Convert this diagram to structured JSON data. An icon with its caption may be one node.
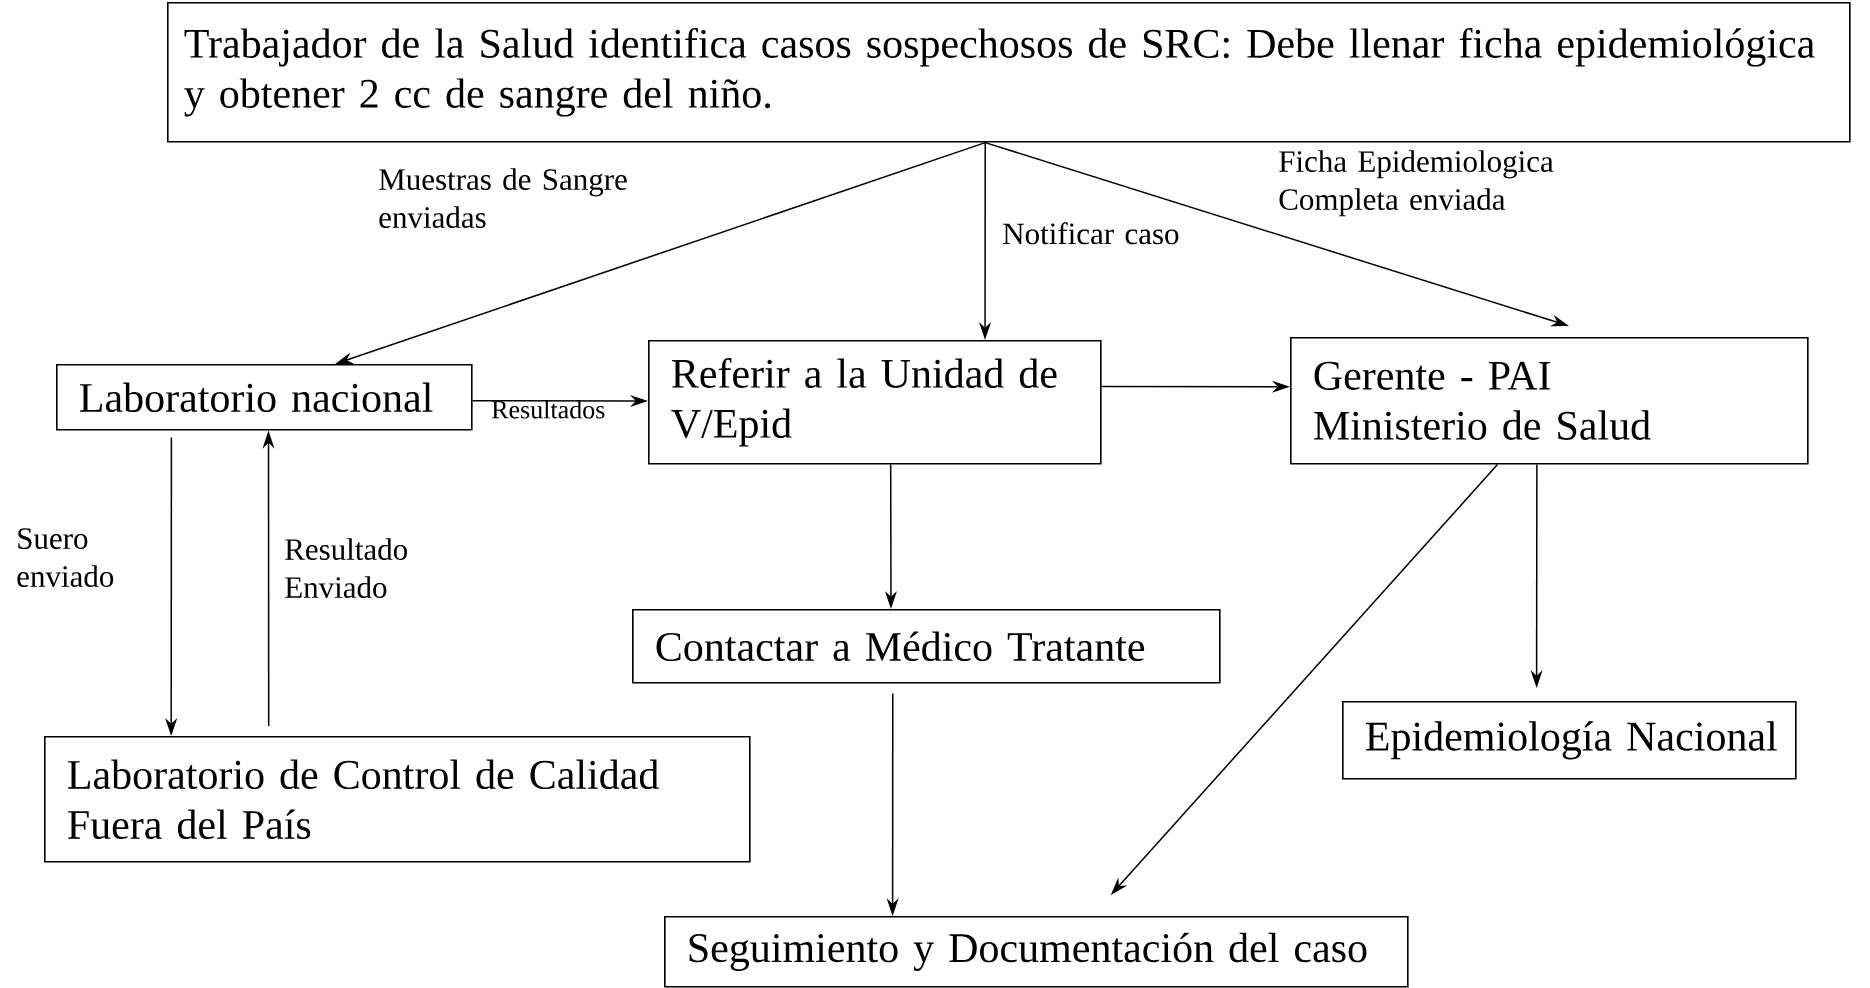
{
  "diagram": {
    "nodes": [
      {
        "text": [
          "Trabajador de la Salud identifica casos sospechosos de SRC: Debe llenar ficha epidemiológica y obtener 2 cc de sangre del niño."
        ]
      },
      {
        "text": [
          "Laboratorio nacional"
        ]
      },
      {
        "text": [
          "Referir a la Unidad de V/Epid"
        ]
      },
      {
        "text": [
          "Gerente  - PAI Ministerio de Salud"
        ]
      },
      {
        "text": [
          "Contactar a Médico Tratante"
        ]
      },
      {
        "text": [
          "Laboratorio de Control de Calidad Fuera del País"
        ]
      },
      {
        "text": [
          "Epidemiología Nacional"
        ]
      },
      {
        "text": [
          "Seguimiento y Documentación  del caso"
        ]
      }
    ],
    "edges": [
      {
        "from": 0,
        "to": 1,
        "arrow": "to",
        "label": "Muestras de Sangre enviadas"
      },
      {
        "from": 0,
        "to": 2,
        "arrow": "to",
        "label": "Notificar caso"
      },
      {
        "from": 0,
        "to": 3,
        "arrow": "to",
        "label": "Ficha Epidemiologica Completa enviada"
      },
      {
        "from": 1,
        "to": 2,
        "arrow": "to",
        "label": "Resultados"
      },
      {
        "from": 2,
        "to": 3,
        "arrow": "to"
      },
      {
        "from": 2,
        "to": 4,
        "arrow": "to"
      },
      {
        "from": 1,
        "to": 5,
        "arrow": "to",
        "label": "Suero enviado"
      },
      {
        "from": 5,
        "to": 1,
        "arrow": "to",
        "label": "Resultado Enviado"
      },
      {
        "from": 3,
        "to": 6,
        "arrow": "to"
      },
      {
        "from": 3,
        "to": 7,
        "arrow": "to"
      },
      {
        "from": 4,
        "to": 7,
        "arrow": "to"
      }
    ]
  }
}
